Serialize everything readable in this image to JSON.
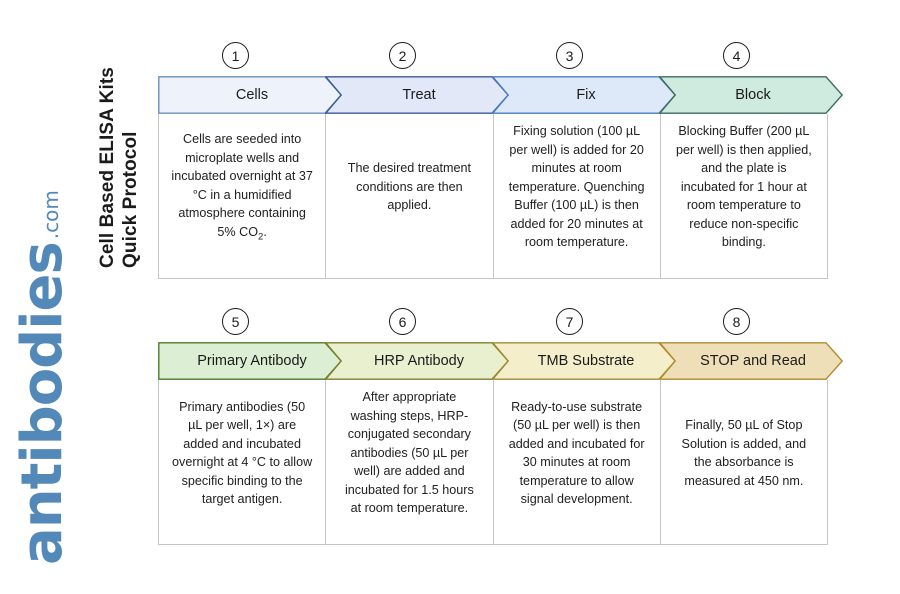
{
  "title": {
    "line1": "Cell Based ELISA Kits",
    "line2": "Quick Protocol"
  },
  "logo": {
    "name": "antibodies",
    "suffix": ".com",
    "color": "#5289b8"
  },
  "rows": [
    {
      "id": "row-1",
      "steps": [
        {
          "number": "1",
          "label": "Cells",
          "fill": "#eef3fb",
          "stroke": "#6a8fb8",
          "text": "Cells are seeded into microplate wells and incubated overnight at 37 °C in a humidified atmosphere containing 5% CO",
          "text_sub": "2",
          "text_tail": "."
        },
        {
          "number": "2",
          "label": "Treat",
          "fill": "#e2e8f8",
          "stroke": "#3c5a96",
          "text": "The desired treatment conditions are then applied.",
          "text_sub": "",
          "text_tail": ""
        },
        {
          "number": "3",
          "label": "Fix",
          "fill": "#dde8f8",
          "stroke": "#4a7fc0",
          "text": "Fixing solution (100 µL per well) is added for 20 minutes at room temperature. Quenching Buffer (100 µL) is then added for 20 minutes at room temperature.",
          "text_sub": "",
          "text_tail": ""
        },
        {
          "number": "4",
          "label": "Block",
          "fill": "#cfeadf",
          "stroke": "#3d6b5e",
          "text": "Blocking Buffer (200 µL per well) is then applied, and the plate is incubated for 1 hour at room temperature to reduce non-specific binding.",
          "text_sub": "",
          "text_tail": ""
        }
      ]
    },
    {
      "id": "row-2",
      "steps": [
        {
          "number": "5",
          "label": "Primary Antibody",
          "fill": "#dcefd4",
          "stroke": "#4f7a2a",
          "text": "Primary antibodies (50 µL per well, 1×) are added and incubated overnight at 4 °C to allow specific binding to the target antigen.",
          "text_sub": "",
          "text_tail": ""
        },
        {
          "number": "6",
          "label": "HRP Antibody",
          "fill": "#e8f0cf",
          "stroke": "#7d7f2c",
          "text": "After appropriate washing steps, HRP-conjugated secondary antibodies (50 µL per well) are added and incubated for 1.5 hours at room temperature.",
          "text_sub": "",
          "text_tail": ""
        },
        {
          "number": "7",
          "label": "TMB Substrate",
          "fill": "#f4eecb",
          "stroke": "#a08a33",
          "text": "Ready-to-use substrate (50 µL per well) is then added and incubated for 30 minutes at room temperature to allow signal development.",
          "text_sub": "",
          "text_tail": ""
        },
        {
          "number": "8",
          "label": "STOP and Read",
          "fill": "#eedfb8",
          "stroke": "#b08b2e",
          "text": "Finally, 50 µL of Stop Solution is added, and the absorbance is measured at 450 nm.",
          "text_sub": "",
          "text_tail": ""
        }
      ]
    }
  ]
}
